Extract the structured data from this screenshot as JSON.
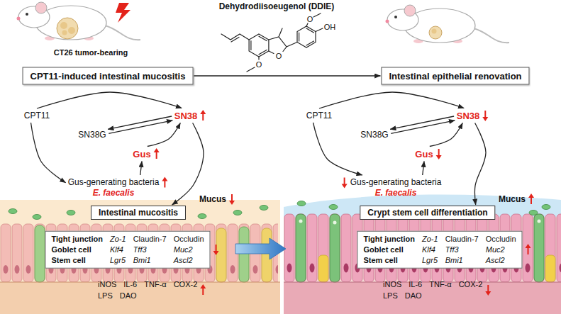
{
  "diagram": {
    "nodes": [
      {
        "text": [
          "CPT11-induced intestinal mucositis"
        ]
      },
      {
        "text": [
          "Intestinal epithelial renovation"
        ]
      },
      {
        "text": [
          "CPT11"
        ]
      },
      {
        "text": [
          "SN38G"
        ]
      },
      {
        "text": [
          "SN38"
        ]
      },
      {
        "text": [
          "Gus"
        ]
      },
      {
        "text": [
          "Gus-generating bacteria",
          "E. faecalis"
        ]
      },
      {
        "text": [
          "Intestinal mucositis"
        ]
      },
      {
        "text": [
          "Tight junction",
          "Zo-1",
          "Claudin-7",
          "Occludin",
          "Goblet cell",
          "Klf4",
          "Tff3",
          "Muc2",
          "Stem cell",
          "Lgr5",
          "Bmi1",
          "Ascl2"
        ]
      },
      {
        "text": [
          "CPT11"
        ]
      },
      {
        "text": [
          "SN38G"
        ]
      },
      {
        "text": [
          "SN38"
        ]
      },
      {
        "text": [
          "Gus"
        ]
      },
      {
        "text": [
          "Gus-generating bacteria",
          "E. faecalis"
        ]
      },
      {
        "text": [
          "Crypt stem cell differentiation"
        ]
      },
      {
        "text": [
          "Tight junction",
          "Zo-1",
          "Claudin-7",
          "Occludin",
          "Goblet cell",
          "Klf4",
          "Tff3",
          "Muc2",
          "Stem cell",
          "Lgr5",
          "Bmi1",
          "Ascl2"
        ]
      }
    ],
    "edges": [
      {
        "from": 0,
        "to": 1,
        "arrow": "to"
      },
      {
        "from": 2,
        "to": 4,
        "arrow": "to"
      },
      {
        "from": 3,
        "to": 4,
        "arrow": "to"
      },
      {
        "from": 4,
        "to": 3,
        "arrow": "to"
      },
      {
        "from": 2,
        "to": 6,
        "arrow": "to"
      },
      {
        "from": 6,
        "to": 5,
        "arrow": "to"
      },
      {
        "from": 5,
        "to": 4,
        "arrow": "to"
      },
      {
        "from": 4,
        "to": 7,
        "arrow": "to"
      },
      {
        "from": 9,
        "to": 11,
        "arrow": "to"
      },
      {
        "from": 10,
        "to": 11,
        "arrow": "to"
      },
      {
        "from": 11,
        "to": 10,
        "arrow": "to"
      },
      {
        "from": 9,
        "to": 13,
        "arrow": "to"
      },
      {
        "from": 13,
        "to": 12,
        "arrow": "to"
      },
      {
        "from": 12,
        "to": 11,
        "arrow": "to"
      },
      {
        "from": 11,
        "to": 14,
        "arrow": "to"
      }
    ],
    "labels": [
      "CT26 tumor-bearing",
      "Dehydrodiisoeugenol (DDIE)",
      "O",
      "OH",
      "O",
      "O",
      "Mucus",
      "iNOS",
      "IL-6",
      "TNF-α",
      "COX-2",
      "LPS",
      "DAO",
      "Mucus",
      "iNOS",
      "IL-6",
      "TNF-α",
      "COX-2",
      "LPS",
      "DAO"
    ]
  }
}
